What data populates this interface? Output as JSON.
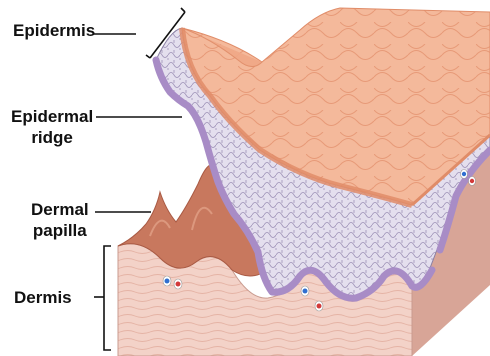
{
  "labels": {
    "epidermis": "Epidermis",
    "epidermal_ridge_line1": "Epidermal",
    "epidermal_ridge_line2": "ridge",
    "dermal_papilla_line1": "Dermal",
    "dermal_papilla_line2": "papilla",
    "dermis": "Dermis"
  },
  "colors": {
    "surface": "#f3b89a",
    "surface_edge": "#e8956f",
    "epidermis_cells": "#d9d3e6",
    "basal_layer": "#a98bc5",
    "dermis": "#f2cfc4",
    "dermal_papilla": "#c7735a",
    "vessel_blue": "#2f6fd0",
    "vessel_red": "#d23a3a"
  }
}
